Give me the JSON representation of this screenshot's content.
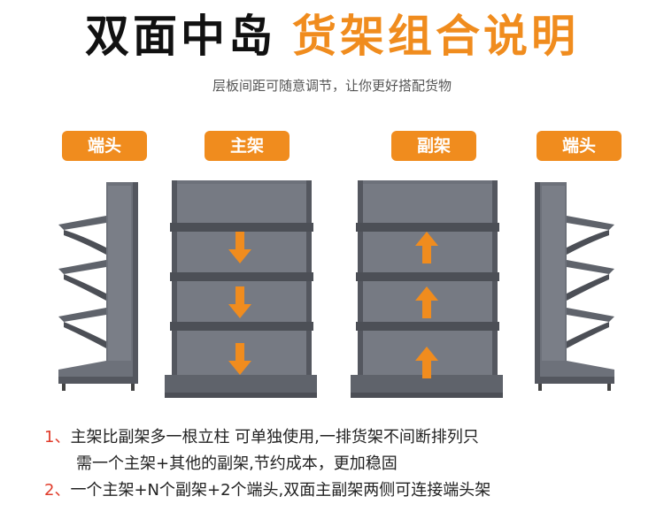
{
  "colors": {
    "accent": "#f08c1e",
    "note_number": "#e03b2a",
    "shelf": "#6d717a",
    "shelf_dark": "#54575f"
  },
  "title": {
    "part1": "双面中岛",
    "part2": "货架组合说明"
  },
  "subtitle": "层板间距可随意调节，让你更好搭配货物",
  "labels": {
    "end_left": "端头",
    "main": "主架",
    "secondary": "副架",
    "end_right": "端头"
  },
  "icons": {
    "main_arrows": "arrow-down-icon",
    "secondary_arrows": "arrow-up-icon"
  },
  "notes": {
    "n1_number": "1、",
    "n1_line1": "主架比副架多一根立柱 可单独使用,一排货架不间断排列只",
    "n1_line2": "需一个主架+其他的副架,节约成本，更加稳固",
    "n2_number": "2、",
    "n2_text": "一个主架+N个副架+2个端头,双面主副架两侧可连接端头架"
  }
}
